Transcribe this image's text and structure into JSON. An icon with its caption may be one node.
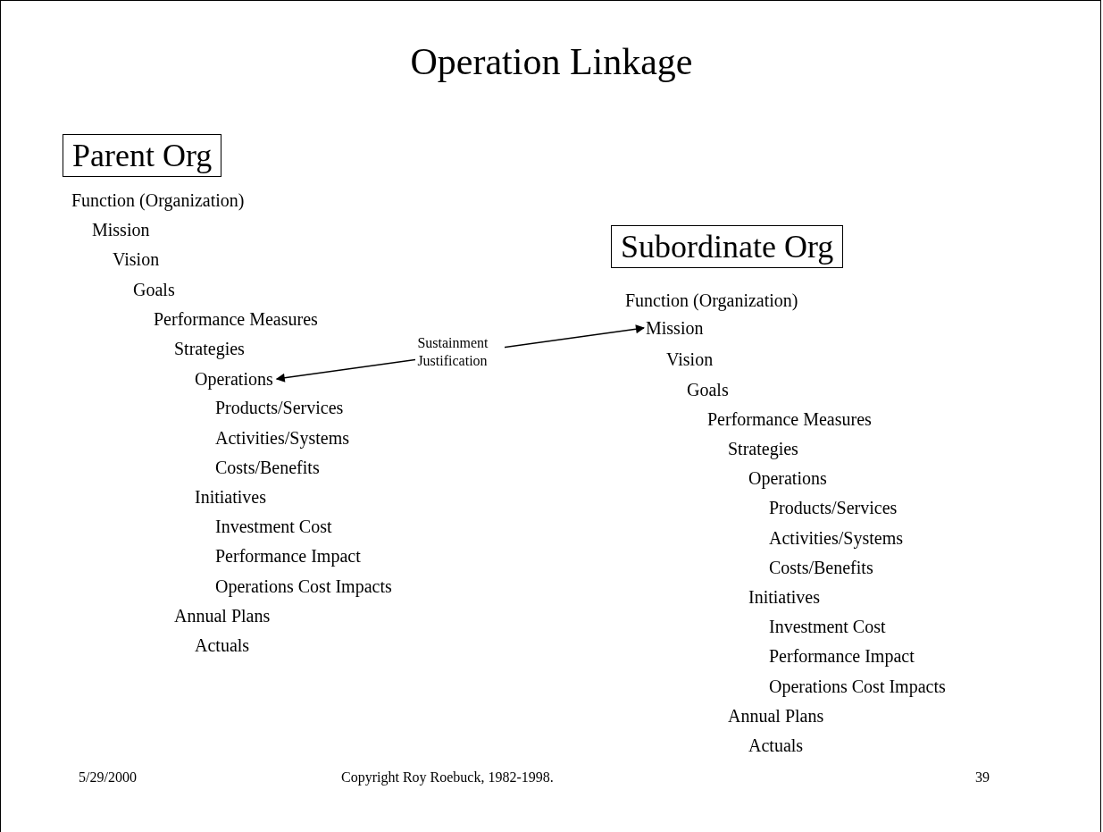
{
  "diagram": {
    "title": "Operation Linkage",
    "nodes": [
      {
        "text": [
          "Parent Org"
        ]
      },
      {
        "text": [
          "Subordinate Org"
        ]
      },
      {
        "text": [
          "Operations"
        ]
      },
      {
        "text": [
          "Mission"
        ]
      }
    ],
    "edges": [
      {
        "from": 2,
        "to": 3,
        "arrow": "both",
        "label": "Sustainment Justification"
      }
    ],
    "labels": [
      "Function (Organization)",
      "Mission",
      "Vision",
      "Goals",
      "Performance Measures",
      "Strategies",
      "Products/Services",
      "Activities/Systems",
      "Costs/Benefits",
      "Initiatives",
      "Investment Cost",
      "Performance Impact",
      "Operations Cost Impacts",
      "Annual Plans",
      "Actuals",
      "Function (Organization)",
      "Vision",
      "Goals",
      "Performance Measures",
      "Strategies",
      "Operations",
      "Products/Services",
      "Activities/Systems",
      "Costs/Benefits",
      "Initiatives",
      "Investment Cost",
      "Performance Impact",
      "Operations Cost Impacts",
      "Annual Plans",
      "Actuals",
      "5/29/2000",
      "Copyright Roy Roebuck, 1982-1998.",
      "39"
    ]
  }
}
